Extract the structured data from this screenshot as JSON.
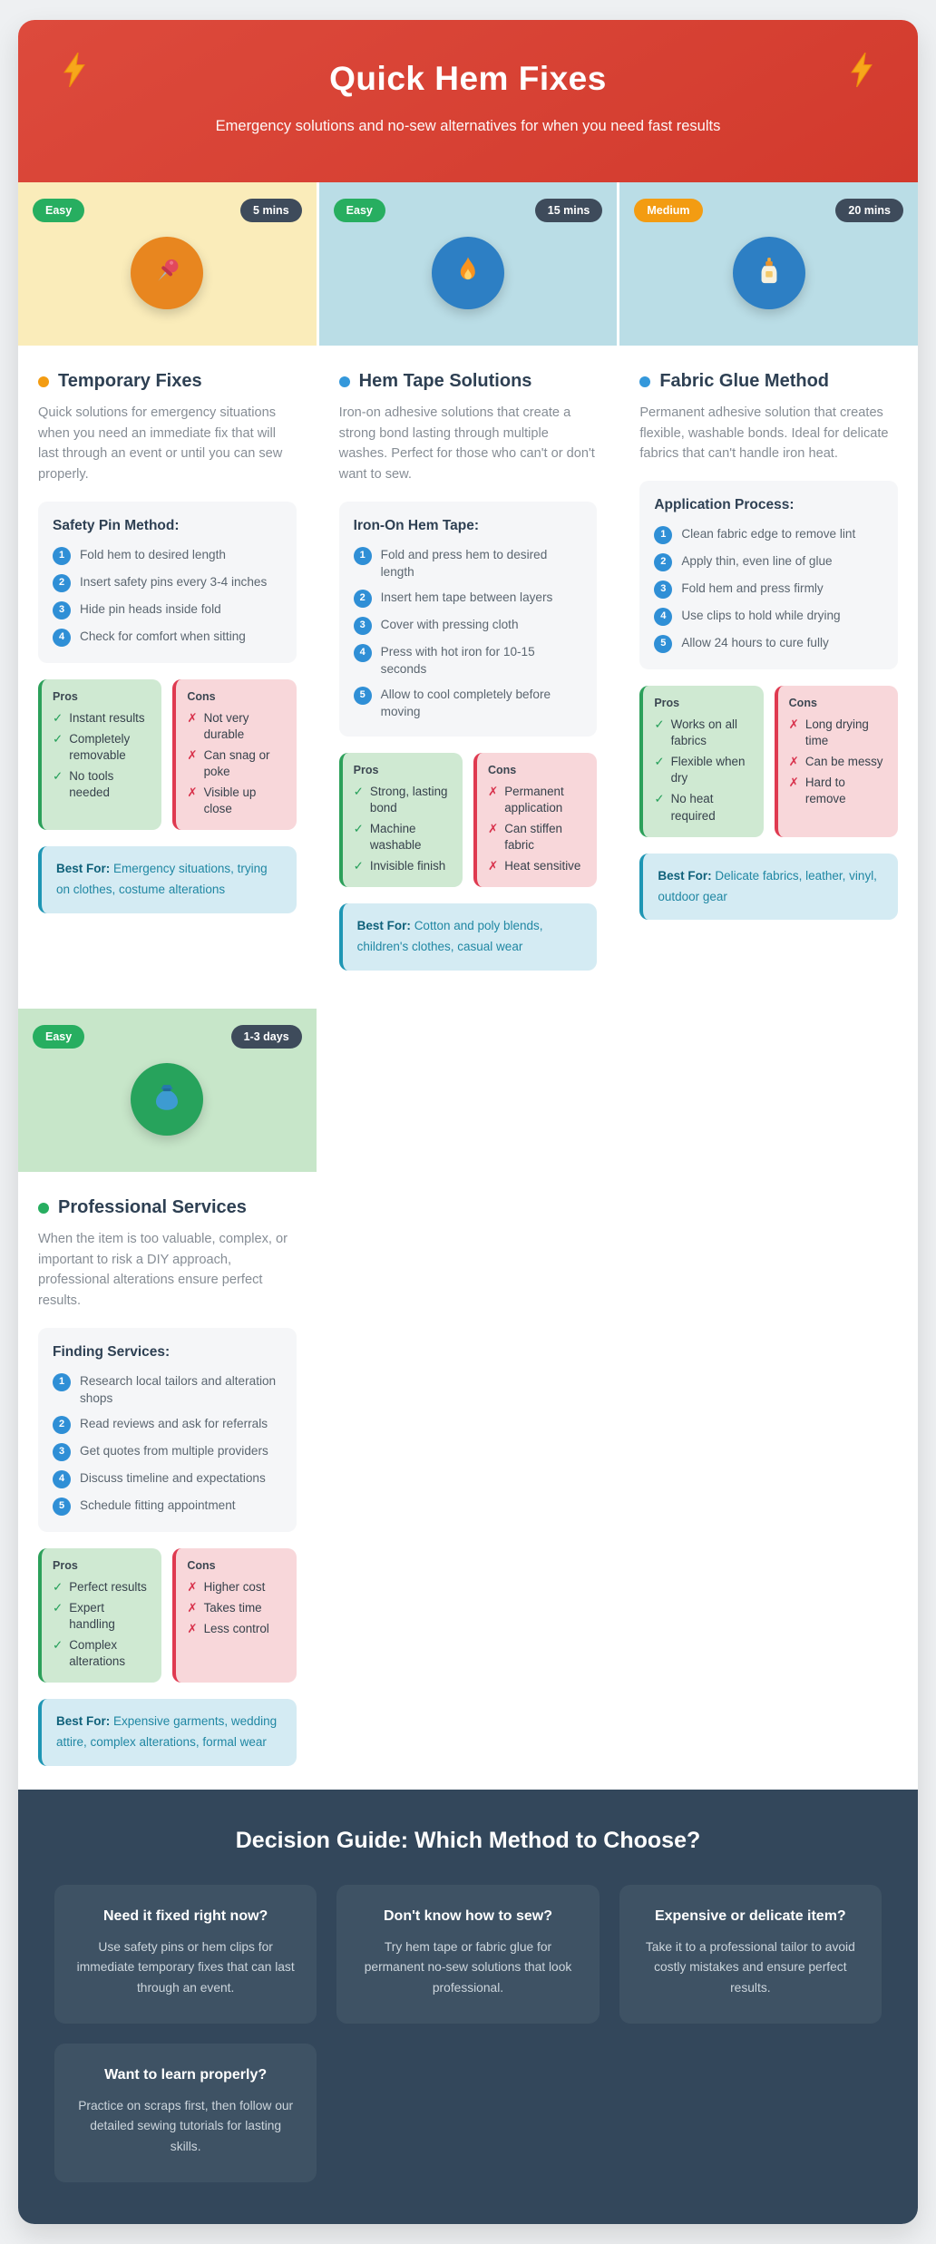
{
  "header": {
    "title": "Quick Hem Fixes",
    "subtitle": "Emergency solutions and no-sew alternatives for when you need fast results",
    "left_icon": "lightning",
    "right_icon": "lightning"
  },
  "labels": {
    "pros": "Pros",
    "cons": "Cons",
    "best_for": "Best For:",
    "check_glyph": "✓",
    "cross_glyph": "✗"
  },
  "colors": {
    "hero_bg": "#d9453a",
    "footer_bg": "#33475b",
    "footer_box_bg": "#3e5264",
    "time_badge_bg": "#3e4b5b",
    "step_number_bg": "#2f8fd6",
    "pros_accent": "#2ca05a",
    "cons_accent": "#df3a50",
    "best_for_accent": "#1e96b4"
  },
  "cards": [
    {
      "difficulty": "Easy",
      "difficulty_color": "#27ae60",
      "time": "5 mins",
      "header_bg": "#faecba",
      "icon": "pushpin",
      "icon_bg": "#e8861f",
      "dot_color": "#f39c12",
      "title": "Temporary Fixes",
      "description": "Quick solutions for emergency situations when you need an immediate fix that will last through an event or until you can sew properly.",
      "steps_title": "Safety Pin Method:",
      "steps": [
        "Fold hem to desired length",
        "Insert safety pins every 3-4 inches",
        "Hide pin heads inside fold",
        "Check for comfort when sitting"
      ],
      "pros": [
        "Instant results",
        "Completely removable",
        "No tools needed"
      ],
      "cons": [
        "Not very durable",
        "Can snag or poke",
        "Visible up close"
      ],
      "best_for": "Emergency situations, trying on clothes, costume alterations"
    },
    {
      "difficulty": "Easy",
      "difficulty_color": "#27ae60",
      "time": "15 mins",
      "header_bg": "#badde6",
      "icon": "fire",
      "icon_bg": "#2d7fc4",
      "dot_color": "#3498db",
      "title": "Hem Tape Solutions",
      "description": "Iron-on adhesive solutions that create a strong bond lasting through multiple washes. Perfect for those who can't or don't want to sew.",
      "steps_title": "Iron-On Hem Tape:",
      "steps": [
        "Fold and press hem to desired length",
        "Insert hem tape between layers",
        "Cover with pressing cloth",
        "Press with hot iron for 10-15 seconds",
        "Allow to cool completely before moving"
      ],
      "pros": [
        "Strong, lasting bond",
        "Machine washable",
        "Invisible finish"
      ],
      "cons": [
        "Permanent application",
        "Can stiffen fabric",
        "Heat sensitive"
      ],
      "best_for": "Cotton and poly blends, children's clothes, casual wear"
    },
    {
      "difficulty": "Medium",
      "difficulty_color": "#f39c12",
      "time": "20 mins",
      "header_bg": "#badde6",
      "icon": "glue-bottle",
      "icon_bg": "#2d7fc4",
      "dot_color": "#3498db",
      "title": "Fabric Glue Method",
      "description": "Permanent adhesive solution that creates flexible, washable bonds. Ideal for delicate fabrics that can't handle iron heat.",
      "steps_title": "Application Process:",
      "steps": [
        "Clean fabric edge to remove lint",
        "Apply thin, even line of glue",
        "Fold hem and press firmly",
        "Use clips to hold while drying",
        "Allow 24 hours to cure fully"
      ],
      "pros": [
        "Works on all fabrics",
        "Flexible when dry",
        "No heat required"
      ],
      "cons": [
        "Long drying time",
        "Can be messy",
        "Hard to remove"
      ],
      "best_for": "Delicate fabrics, leather, vinyl, outdoor gear"
    },
    {
      "difficulty": "Easy",
      "difficulty_color": "#27ae60",
      "time": "1-3 days",
      "header_bg": "#c7e6c9",
      "icon": "money-bag",
      "icon_bg": "#27a35c",
      "dot_color": "#27ae60",
      "title": "Professional Services",
      "description": "When the item is too valuable, complex, or important to risk a DIY approach, professional alterations ensure perfect results.",
      "steps_title": "Finding Services:",
      "steps": [
        "Research local tailors and alteration shops",
        "Read reviews and ask for referrals",
        "Get quotes from multiple providers",
        "Discuss timeline and expectations",
        "Schedule fitting appointment"
      ],
      "pros": [
        "Perfect results",
        "Expert handling",
        "Complex alterations"
      ],
      "cons": [
        "Higher cost",
        "Takes time",
        "Less control"
      ],
      "best_for": "Expensive garments, wedding attire, complex alterations, formal wear"
    }
  ],
  "footer": {
    "title": "Decision Guide: Which Method to Choose?",
    "boxes": [
      {
        "title": "Need it fixed right now?",
        "text": "Use safety pins or hem clips for immediate temporary fixes that can last through an event."
      },
      {
        "title": "Don't know how to sew?",
        "text": "Try hem tape or fabric glue for permanent no-sew solutions that look professional."
      },
      {
        "title": "Expensive or delicate item?",
        "text": "Take it to a professional tailor to avoid costly mistakes and ensure perfect results."
      },
      {
        "title": "Want to learn properly?",
        "text": "Practice on scraps first, then follow our detailed sewing tutorials for lasting skills."
      }
    ]
  }
}
